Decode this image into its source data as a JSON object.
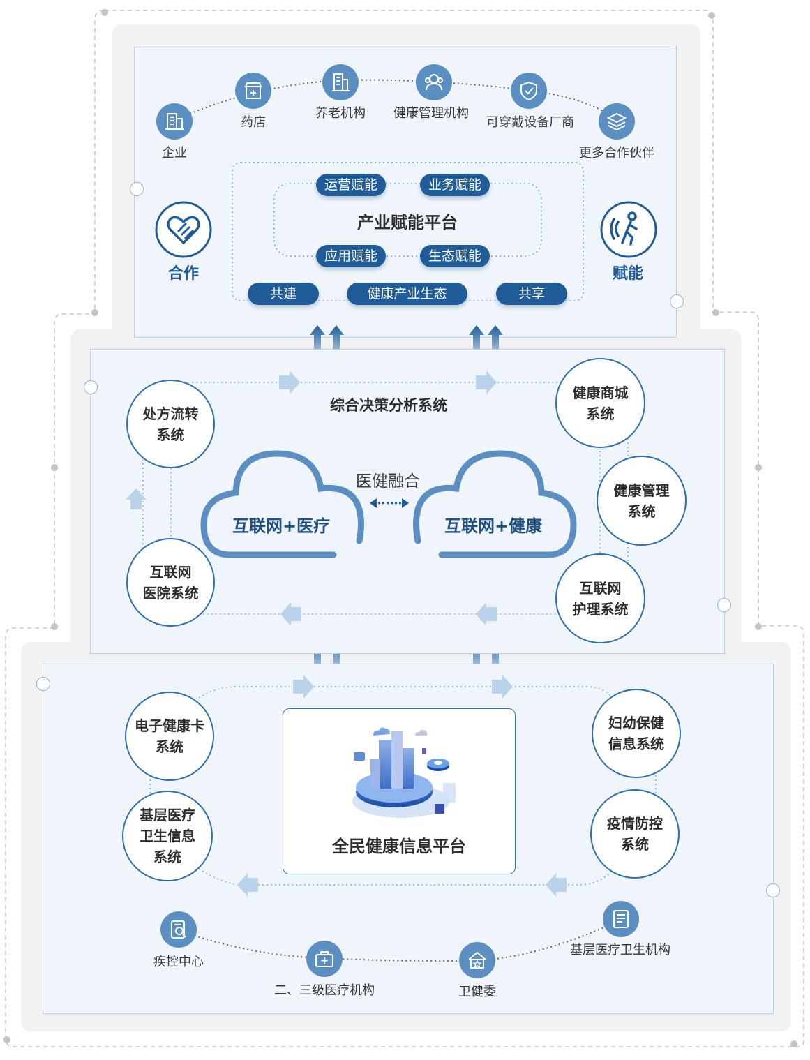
{
  "top": {
    "partners": [
      "企业",
      "药店",
      "养老机构",
      "健康管理机构",
      "可穿戴设备厂商",
      "更多合作伙伴"
    ],
    "platform_title": "产业赋能平台",
    "empower_pills": [
      "运营赋能",
      "业务赋能",
      "应用赋能",
      "生态赋能"
    ],
    "eco_pills": [
      "共建",
      "健康产业生态",
      "共享"
    ],
    "left_label": "合作",
    "right_label": "赋能"
  },
  "middle": {
    "decision_system": "综合决策分析系统",
    "left_systems": [
      "处方流转\n系统",
      "互联网\n医院系统"
    ],
    "right_systems": [
      "健康商城\n系统",
      "健康管理\n系统",
      "互联网\n护理系统"
    ],
    "fusion_label": "医健融合",
    "cloud_left": "互联网+医疗",
    "cloud_right": "互联网+健康"
  },
  "bottom": {
    "left_systems": [
      "电子健康卡\n系统",
      "基层医疗\n卫生信息\n系统"
    ],
    "right_systems": [
      "妇幼保健\n信息系统",
      "疫情防控\n系统"
    ],
    "platform_title": "全民健康信息平台",
    "institutions": [
      "疾控中心",
      "二、三级医疗机构",
      "卫健委",
      "基层医疗卫生机构"
    ]
  },
  "colors": {
    "primary": "#1f5c98",
    "icon_fill": "#5b8fc2",
    "panel_bg": "#eff5fb",
    "frame_bg": "#f2f2f2"
  }
}
